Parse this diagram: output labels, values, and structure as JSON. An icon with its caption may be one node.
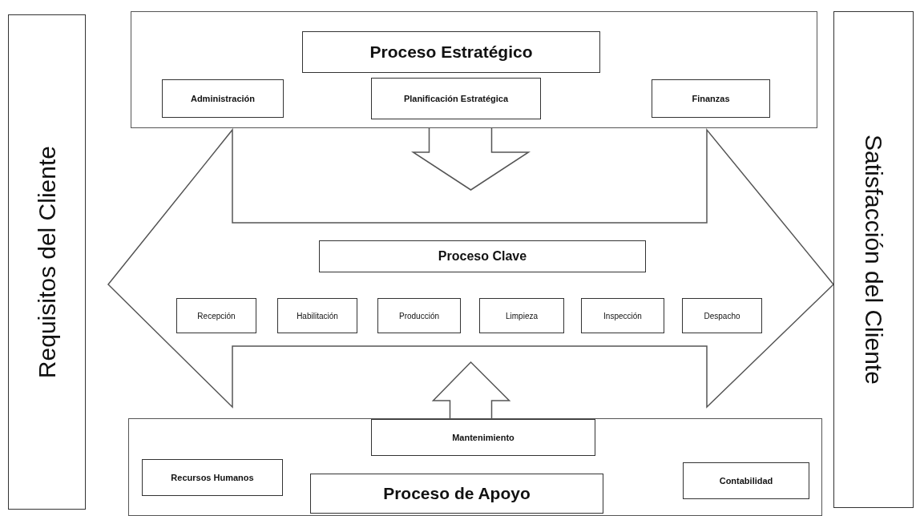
{
  "diagram": {
    "nodes": [
      {
        "text": [
          "Requisitos del Cliente"
        ]
      },
      {
        "text": [],
        "shape": "box"
      },
      {
        "text": [
          "Proceso Estratégico"
        ],
        "in": 1
      },
      {
        "text": [
          "Administración"
        ],
        "in": 1
      },
      {
        "text": [
          "Planificación Estratégica"
        ],
        "in": 1
      },
      {
        "text": [
          "Finanzas"
        ],
        "in": 1
      },
      {
        "text": [],
        "shape": "arrow"
      },
      {
        "text": [
          "Proceso Clave"
        ],
        "in": 6
      },
      {
        "text": [
          "Recepción"
        ],
        "in": 6
      },
      {
        "text": [
          "Habilitación"
        ],
        "in": 6
      },
      {
        "text": [
          "Producción"
        ],
        "in": 6
      },
      {
        "text": [
          "Limpieza"
        ],
        "in": 6
      },
      {
        "text": [
          "Inspección"
        ],
        "in": 6
      },
      {
        "text": [
          "Despacho"
        ],
        "in": 6
      },
      {
        "text": [],
        "shape": "box"
      },
      {
        "text": [
          "Mantenimiento"
        ],
        "in": 14
      },
      {
        "text": [
          "Recursos Humanos"
        ],
        "in": 14
      },
      {
        "text": [
          "Proceso de Apoyo"
        ],
        "in": 14
      },
      {
        "text": [
          "Contabilidad"
        ],
        "in": 14
      },
      {
        "text": [
          "Satisfacción del Cliente"
        ]
      }
    ],
    "edges": [
      {
        "from": 1,
        "to": 6,
        "arrow": "to"
      },
      {
        "from": 14,
        "to": 6,
        "arrow": "to"
      }
    ]
  }
}
